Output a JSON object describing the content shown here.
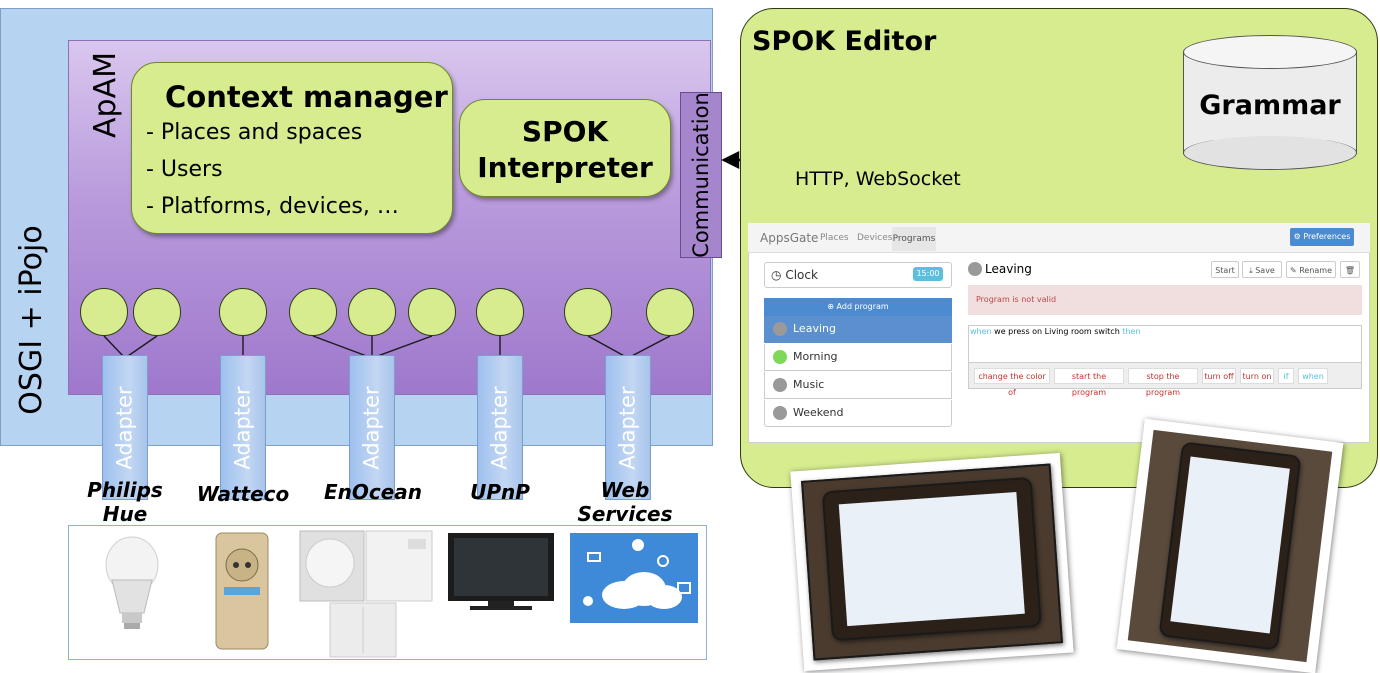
{
  "osgi_label": "OSGI + iPojo",
  "apam_label": "ApAM",
  "context_manager": {
    "title": "Context manager",
    "items": [
      "- Places and spaces",
      "- Users",
      "- Platforms, devices, …"
    ]
  },
  "spok_interpreter": [
    "SPOK",
    "Interpreter"
  ],
  "communication_label": "Communication",
  "http_label": "HTTP, WebSocket",
  "adapter_label": "Adapter",
  "devices": [
    {
      "label_lines": [
        "Philips",
        "Hue lamps"
      ]
    },
    {
      "label_lines": [
        "Watteco"
      ]
    },
    {
      "label_lines": [
        "EnOcean"
      ]
    },
    {
      "label_lines": [
        "UPnP"
      ]
    },
    {
      "label_lines": [
        "Web",
        "Services"
      ]
    }
  ],
  "editor": {
    "title": "SPOK Editor",
    "grammar": "Grammar"
  },
  "app": {
    "brand": "AppsGate",
    "nav": [
      "Places",
      "Devices",
      "Programs"
    ],
    "preferences": "⚙ Preferences",
    "clock_label": "Clock",
    "clock_time": "15:00",
    "add_program": "⊕ Add program",
    "programs": [
      {
        "name": "Leaving",
        "color": "#9a9a9a",
        "active": true
      },
      {
        "name": "Morning",
        "color": "#7ed957",
        "active": false
      },
      {
        "name": "Music",
        "color": "#9a9a9a",
        "active": false
      },
      {
        "name": "Weekend",
        "color": "#9a9a9a",
        "active": false
      }
    ],
    "current_program": "Leaving",
    "toolbar": {
      "start": "Start",
      "save": "⤓ Save",
      "rename": "✎ Rename",
      "delete": "🗑"
    },
    "invalid_msg": "Program is not valid",
    "rule": {
      "when": "when",
      "middle": " we press on Living room switch ",
      "then": "then"
    },
    "keywords": [
      "change the color of",
      "start the program",
      "stop the program",
      "turn off",
      "turn on",
      "if",
      "when"
    ]
  }
}
